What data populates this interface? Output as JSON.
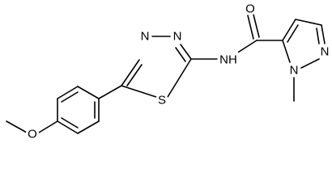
{
  "structure": {
    "atoms": {
      "o_carbonyl": "O",
      "n_amide": "NH",
      "n_thiadiazole_1": "N",
      "n_thiadiazole_2": "N",
      "s_thiadiazole": "S",
      "n_pyrazole_1": "N",
      "n_pyrazole_2": "N",
      "o_methoxy": "O"
    }
  }
}
